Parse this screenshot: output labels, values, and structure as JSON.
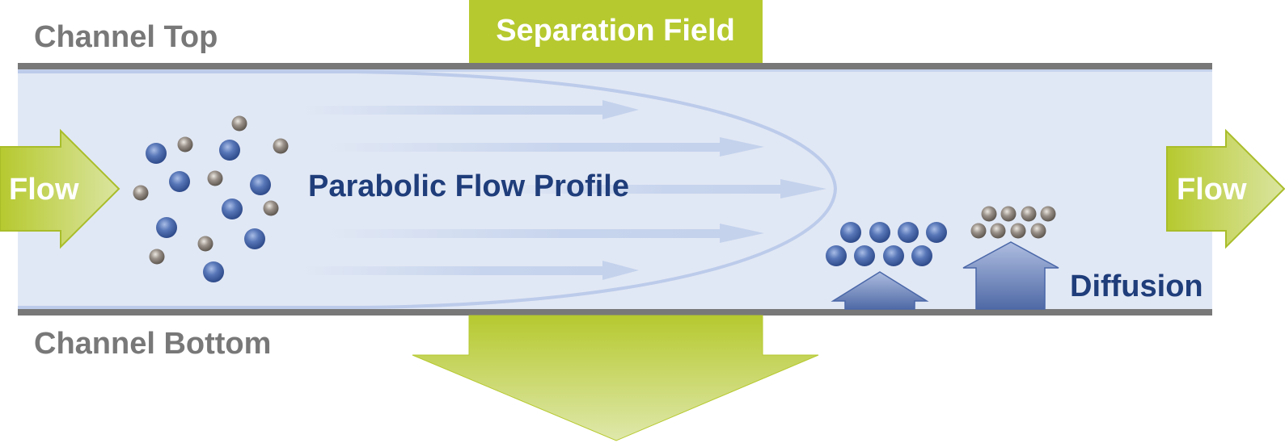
{
  "labels": {
    "channel_top": "Channel Top",
    "channel_bottom": "Channel Bottom",
    "separation_field": "Separation Field",
    "flow_in": "Flow",
    "flow_out": "Flow",
    "parabolic": "Parabolic Flow Profile",
    "diffusion": "Diffusion"
  },
  "colors": {
    "green": "#b6c92f",
    "green_light": "#dbe5a0",
    "channel_fill": "#e1e8f5",
    "channel_wall": "#787878",
    "flow_arrow": "#c4d2ec",
    "parabola": "#bccbea",
    "navy_text": "#1f3d7a",
    "blue_particle": "#4a67a8",
    "gray_particle": "#8a847e"
  },
  "particles": {
    "large_blue_count_scattered": 8,
    "small_gray_count_scattered": 8,
    "large_blue_count_layer": 8,
    "small_gray_count_layer": 8
  }
}
